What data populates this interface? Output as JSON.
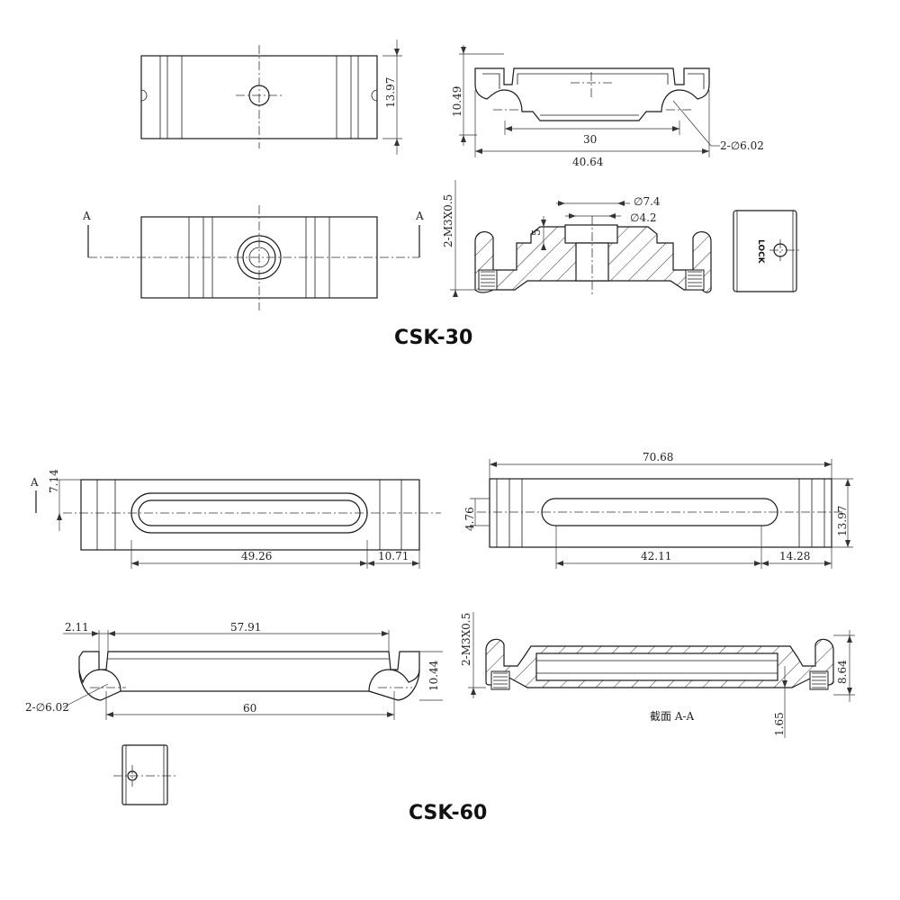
{
  "csk30": {
    "title": "CSK-30",
    "dims": {
      "height": "13.97",
      "side_height": "10.49",
      "slot_width": "30",
      "total_width": "40.64",
      "hole_dia": "2-∅6.02",
      "thread": "2-M3X0.5",
      "cbore": "∅7.4",
      "hole": "∅4.2",
      "depth": "5"
    },
    "section_marker": "A",
    "lock_text": "LOCK"
  },
  "csk60": {
    "title": "CSK-60",
    "dims": {
      "a_offset": "7.14",
      "slot_len": "49.26",
      "end_len": "10.71",
      "total_len": "70.68",
      "slot_offset": "4.76",
      "height": "13.97",
      "slot_len2": "42.11",
      "end_len2": "14.28",
      "edge": "2.11",
      "inner_len": "57.91",
      "side_height": "10.44",
      "hole_dia": "2-∅6.02",
      "length": "60",
      "thread": "2-M3X0.5",
      "sec_height": "8.64",
      "base": "1.65"
    },
    "section_marker": "A",
    "section_label": "截面  A-A"
  }
}
